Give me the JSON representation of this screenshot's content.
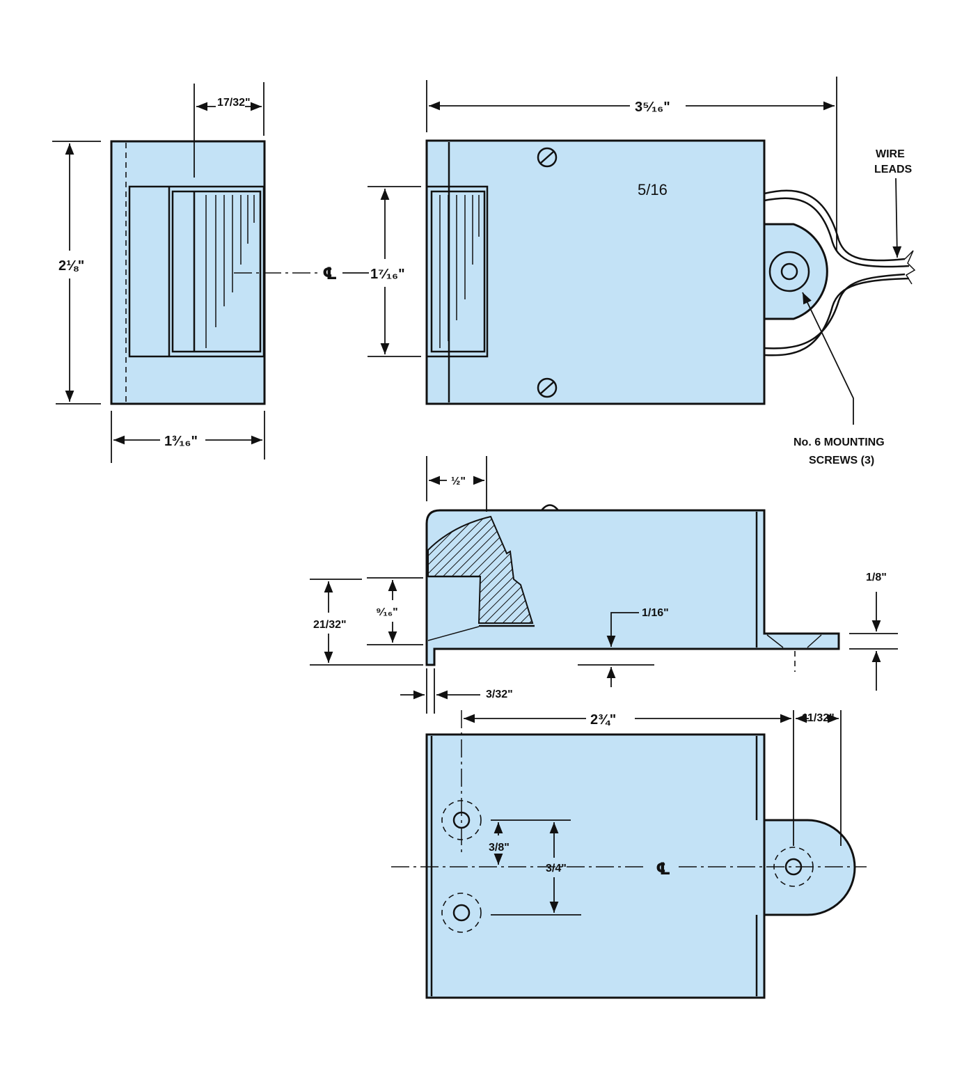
{
  "labels": {
    "top_width": "17/32\"",
    "front_height": "2⅛\"",
    "front_width": "1³⁄₁₆\"",
    "overall_length": "3⁵⁄₁₆\"",
    "inner_height": "1⁷⁄₁₆\"",
    "centerline_symbol": "℄",
    "plate_note": "5/16",
    "wire_leads_line1": "WIRE",
    "wire_leads_line2": "LEADS",
    "screws_line1": "No. 6 MOUNTING",
    "screws_line2": "SCREWS (3)",
    "lip_width": "½\"",
    "slot_depth": "⁹⁄₁₆\"",
    "overall_side_height": "21/32\"",
    "base_thickness": "1/16\"",
    "flange_thickness": "1/8\"",
    "wall_thickness": "3/32\"",
    "hole_spacing": "2¾\"",
    "tab_offset": "11/32\"",
    "hole_offset_small": "3/8\"",
    "hole_offset_large": "3/4\""
  }
}
